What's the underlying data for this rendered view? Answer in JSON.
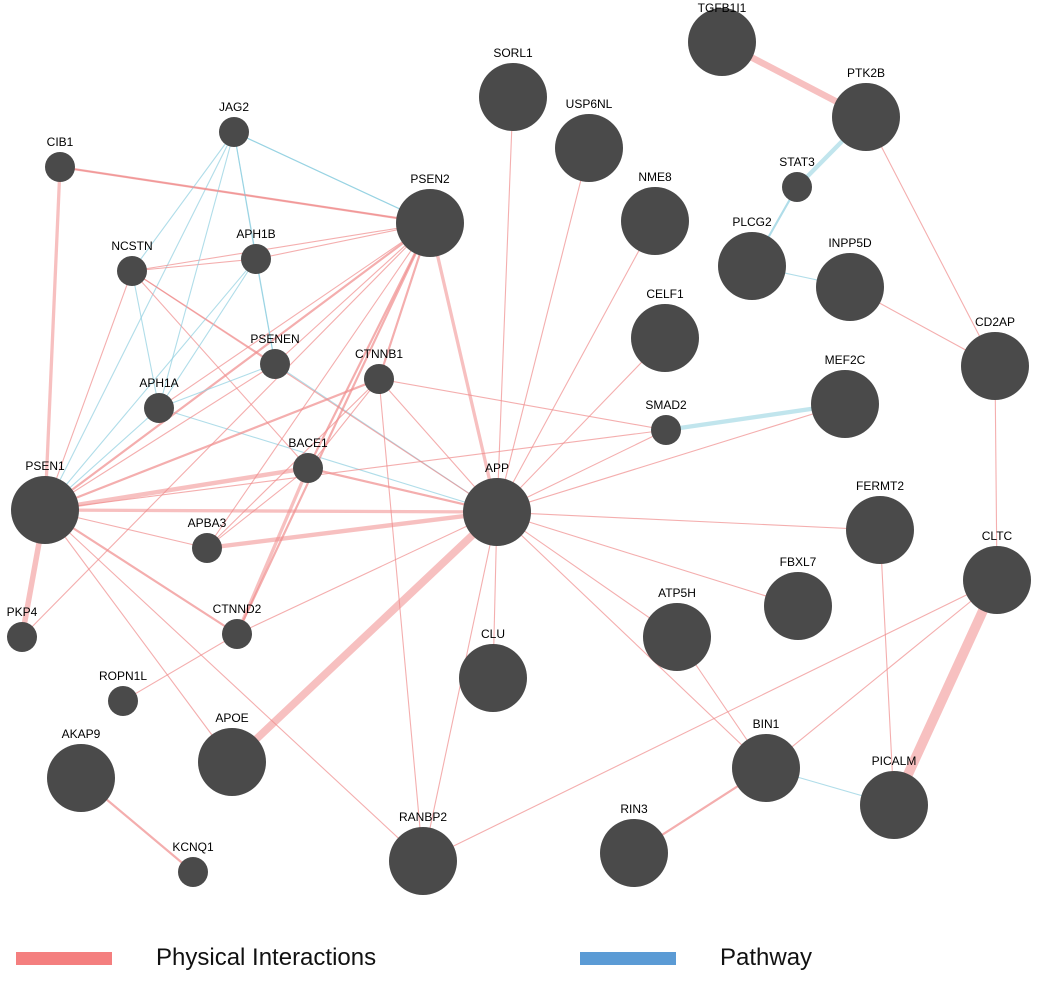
{
  "colors": {
    "physical": "#f08c8c",
    "pathway": "#8ecfdf",
    "legend_physical": "#f47f7f",
    "legend_pathway": "#5b9bd5",
    "node": "#4a4a4a"
  },
  "legend": {
    "physical_label": "Physical Interactions",
    "pathway_label": "Pathway"
  },
  "nodes": [
    {
      "id": "TGFB1I1",
      "label": "TGFB1I1",
      "size": "large"
    },
    {
      "id": "SORL1",
      "label": "SORL1",
      "size": "large"
    },
    {
      "id": "PTK2B",
      "label": "PTK2B",
      "size": "large"
    },
    {
      "id": "USP6NL",
      "label": "USP6NL",
      "size": "large"
    },
    {
      "id": "JAG2",
      "label": "JAG2",
      "size": "small"
    },
    {
      "id": "CIB1",
      "label": "CIB1",
      "size": "small"
    },
    {
      "id": "STAT3",
      "label": "STAT3",
      "size": "small"
    },
    {
      "id": "PSEN2",
      "label": "PSEN2",
      "size": "large"
    },
    {
      "id": "NME8",
      "label": "NME8",
      "size": "large"
    },
    {
      "id": "NCSTN",
      "label": "NCSTN",
      "size": "small"
    },
    {
      "id": "APH1B",
      "label": "APH1B",
      "size": "small"
    },
    {
      "id": "PLCG2",
      "label": "PLCG2",
      "size": "large"
    },
    {
      "id": "INPP5D",
      "label": "INPP5D",
      "size": "large"
    },
    {
      "id": "CELF1",
      "label": "CELF1",
      "size": "large"
    },
    {
      "id": "CD2AP",
      "label": "CD2AP",
      "size": "large"
    },
    {
      "id": "PSENEN",
      "label": "PSENEN",
      "size": "small"
    },
    {
      "id": "CTNNB1",
      "label": "CTNNB1",
      "size": "small"
    },
    {
      "id": "MEF2C",
      "label": "MEF2C",
      "size": "large"
    },
    {
      "id": "APH1A",
      "label": "APH1A",
      "size": "small"
    },
    {
      "id": "SMAD2",
      "label": "SMAD2",
      "size": "small"
    },
    {
      "id": "BACE1",
      "label": "BACE1",
      "size": "small"
    },
    {
      "id": "PSEN1",
      "label": "PSEN1",
      "size": "xlarge"
    },
    {
      "id": "APP",
      "label": "APP",
      "size": "xlarge"
    },
    {
      "id": "FERMT2",
      "label": "FERMT2",
      "size": "large"
    },
    {
      "id": "APBA3",
      "label": "APBA3",
      "size": "small"
    },
    {
      "id": "CLTC",
      "label": "CLTC",
      "size": "large"
    },
    {
      "id": "FBXL7",
      "label": "FBXL7",
      "size": "large"
    },
    {
      "id": "PKP4",
      "label": "PKP4",
      "size": "small"
    },
    {
      "id": "CTNND2",
      "label": "CTNND2",
      "size": "small"
    },
    {
      "id": "ATP5H",
      "label": "ATP5H",
      "size": "large"
    },
    {
      "id": "CLU",
      "label": "CLU",
      "size": "large"
    },
    {
      "id": "ROPN1L",
      "label": "ROPN1L",
      "size": "tiny"
    },
    {
      "id": "AKAP9",
      "label": "AKAP9",
      "size": "large"
    },
    {
      "id": "APOE",
      "label": "APOE",
      "size": "large"
    },
    {
      "id": "BIN1",
      "label": "BIN1",
      "size": "large"
    },
    {
      "id": "PICALM",
      "label": "PICALM",
      "size": "large"
    },
    {
      "id": "RIN3",
      "label": "RIN3",
      "size": "large"
    },
    {
      "id": "RANBP2",
      "label": "RANBP2",
      "size": "large"
    },
    {
      "id": "KCNQ1",
      "label": "KCNQ1",
      "size": "tiny"
    }
  ],
  "edges": [
    {
      "source": "TGFB1I1",
      "target": "PTK2B",
      "type": "physical",
      "weight": 6
    },
    {
      "source": "PTK2B",
      "target": "STAT3",
      "type": "pathway",
      "weight": 4
    },
    {
      "source": "PTK2B",
      "target": "CD2AP",
      "type": "physical",
      "weight": 1
    },
    {
      "source": "STAT3",
      "target": "PLCG2",
      "type": "pathway",
      "weight": 2
    },
    {
      "source": "PLCG2",
      "target": "INPP5D",
      "type": "pathway",
      "weight": 1
    },
    {
      "source": "INPP5D",
      "target": "CD2AP",
      "type": "physical",
      "weight": 1
    },
    {
      "source": "CD2AP",
      "target": "CLTC",
      "type": "physical",
      "weight": 1
    },
    {
      "source": "SMAD2",
      "target": "MEF2C",
      "type": "pathway",
      "weight": 4
    },
    {
      "source": "CLTC",
      "target": "PICALM",
      "type": "physical",
      "weight": 9
    },
    {
      "source": "CLTC",
      "target": "BIN1",
      "type": "physical",
      "weight": 1
    },
    {
      "source": "CLTC",
      "target": "RANBP2",
      "type": "physical",
      "weight": 1
    },
    {
      "source": "FERMT2",
      "target": "PICALM",
      "type": "physical",
      "weight": 1
    },
    {
      "source": "BIN1",
      "target": "PICALM",
      "type": "pathway",
      "weight": 1
    },
    {
      "source": "BIN1",
      "target": "RIN3",
      "type": "physical",
      "weight": 2
    },
    {
      "source": "AKAP9",
      "target": "KCNQ1",
      "type": "physical",
      "weight": 2
    },
    {
      "source": "APP",
      "target": "SORL1",
      "type": "physical",
      "weight": 1
    },
    {
      "source": "APP",
      "target": "USP6NL",
      "type": "physical",
      "weight": 1
    },
    {
      "source": "APP",
      "target": "NME8",
      "type": "physical",
      "weight": 1
    },
    {
      "source": "APP",
      "target": "CELF1",
      "type": "physical",
      "weight": 1
    },
    {
      "source": "APP",
      "target": "MEF2C",
      "type": "physical",
      "weight": 1
    },
    {
      "source": "APP",
      "target": "FERMT2",
      "type": "physical",
      "weight": 1
    },
    {
      "source": "APP",
      "target": "FBXL7",
      "type": "physical",
      "weight": 1
    },
    {
      "source": "APP",
      "target": "ATP5H",
      "type": "physical",
      "weight": 1
    },
    {
      "source": "APP",
      "target": "CLU",
      "type": "physical",
      "weight": 1
    },
    {
      "source": "APP",
      "target": "BIN1",
      "type": "physical",
      "weight": 1
    },
    {
      "source": "APP",
      "target": "RANBP2",
      "type": "physical",
      "weight": 1
    },
    {
      "source": "APP",
      "target": "APOE",
      "type": "physical",
      "weight": 7
    },
    {
      "source": "APP",
      "target": "APBA3",
      "type": "physical",
      "weight": 4
    },
    {
      "source": "APP",
      "target": "CTNND2",
      "type": "physical",
      "weight": 1
    },
    {
      "source": "APP",
      "target": "PSEN1",
      "type": "physical",
      "weight": 3
    },
    {
      "source": "APP",
      "target": "PSEN2",
      "type": "physical",
      "weight": 3
    },
    {
      "source": "APP",
      "target": "BACE1",
      "type": "physical",
      "weight": 2
    },
    {
      "source": "APP",
      "target": "CTNNB1",
      "type": "physical",
      "weight": 1
    },
    {
      "source": "APP",
      "target": "SMAD2",
      "type": "physical",
      "weight": 1
    },
    {
      "source": "APP",
      "target": "APH1A",
      "type": "pathway",
      "weight": 1
    },
    {
      "source": "APP",
      "target": "PSENEN",
      "type": "pathway",
      "weight": 1
    },
    {
      "source": "APP",
      "target": "NCSTN",
      "type": "physical",
      "weight": 1
    },
    {
      "source": "PSEN1",
      "target": "CIB1",
      "type": "physical",
      "weight": 3
    },
    {
      "source": "PSEN1",
      "target": "PKP4",
      "type": "physical",
      "weight": 5
    },
    {
      "source": "PSEN1",
      "target": "PSEN2",
      "type": "physical",
      "weight": 2
    },
    {
      "source": "PSEN1",
      "target": "BACE1",
      "type": "physical",
      "weight": 4
    },
    {
      "source": "PSEN1",
      "target": "APBA3",
      "type": "physical",
      "weight": 1
    },
    {
      "source": "PSEN1",
      "target": "CTNND2",
      "type": "physical",
      "weight": 2
    },
    {
      "source": "PSEN1",
      "target": "CTNNB1",
      "type": "physical",
      "weight": 2
    },
    {
      "source": "PSEN1",
      "target": "APOE",
      "type": "physical",
      "weight": 1
    },
    {
      "source": "PSEN1",
      "target": "JAG2",
      "type": "pathway",
      "weight": 1
    },
    {
      "source": "PSEN1",
      "target": "APH1B",
      "type": "pathway",
      "weight": 1
    },
    {
      "source": "PSEN1",
      "target": "NCSTN",
      "type": "physical",
      "weight": 1
    },
    {
      "source": "PSEN1",
      "target": "PSENEN",
      "type": "physical",
      "weight": 1
    },
    {
      "source": "PSEN1",
      "target": "APH1A",
      "type": "pathway",
      "weight": 1
    },
    {
      "source": "PSEN1",
      "target": "SMAD2",
      "type": "physical",
      "weight": 1
    },
    {
      "source": "PSEN1",
      "target": "RANBP2",
      "type": "physical",
      "weight": 1
    },
    {
      "source": "PSEN2",
      "target": "CIB1",
      "type": "physical",
      "weight": 2
    },
    {
      "source": "PSEN2",
      "target": "JAG2",
      "type": "pathway",
      "weight": 1
    },
    {
      "source": "PSEN2",
      "target": "NCSTN",
      "type": "physical",
      "weight": 1
    },
    {
      "source": "PSEN2",
      "target": "APH1B",
      "type": "physical",
      "weight": 1
    },
    {
      "source": "PSEN2",
      "target": "PSENEN",
      "type": "physical",
      "weight": 1
    },
    {
      "source": "PSEN2",
      "target": "APH1A",
      "type": "physical",
      "weight": 1
    },
    {
      "source": "PSEN2",
      "target": "CTNNB1",
      "type": "physical",
      "weight": 2
    },
    {
      "source": "PSEN2",
      "target": "BACE1",
      "type": "physical",
      "weight": 2
    },
    {
      "source": "PSEN2",
      "target": "CTNND2",
      "type": "physical",
      "weight": 2
    },
    {
      "source": "PSEN2",
      "target": "APBA3",
      "type": "physical",
      "weight": 1
    },
    {
      "source": "NCSTN",
      "target": "JAG2",
      "type": "pathway",
      "weight": 1
    },
    {
      "source": "NCSTN",
      "target": "APH1B",
      "type": "physical",
      "weight": 1
    },
    {
      "source": "NCSTN",
      "target": "APH1A",
      "type": "pathway",
      "weight": 1
    },
    {
      "source": "NCSTN",
      "target": "PSENEN",
      "type": "physical",
      "weight": 1
    },
    {
      "source": "NCSTN",
      "target": "BACE1",
      "type": "physical",
      "weight": 1
    },
    {
      "source": "APH1B",
      "target": "JAG2",
      "type": "pathway",
      "weight": 1
    },
    {
      "source": "APH1B",
      "target": "PSENEN",
      "type": "pathway",
      "weight": 1
    },
    {
      "source": "APH1B",
      "target": "APH1A",
      "type": "pathway",
      "weight": 1
    },
    {
      "source": "APH1A",
      "target": "JAG2",
      "type": "pathway",
      "weight": 1
    },
    {
      "source": "APH1A",
      "target": "PSENEN",
      "type": "pathway",
      "weight": 1
    },
    {
      "source": "PSENEN",
      "target": "JAG2",
      "type": "pathway",
      "weight": 1
    },
    {
      "source": "JAG2",
      "target": "PSEN2",
      "type": "pathway",
      "weight": 1
    },
    {
      "source": "CIB1",
      "target": "PSEN2",
      "type": "physical",
      "weight": 1
    },
    {
      "source": "CTNNB1",
      "target": "RANBP2",
      "type": "physical",
      "weight": 1
    },
    {
      "source": "CTNNB1",
      "target": "APBA3",
      "type": "physical",
      "weight": 1
    },
    {
      "source": "CTNNB1",
      "target": "SMAD2",
      "type": "physical",
      "weight": 1
    },
    {
      "source": "CTNNB1",
      "target": "BACE1",
      "type": "physical",
      "weight": 1
    },
    {
      "source": "BACE1",
      "target": "CTNND2",
      "type": "physical",
      "weight": 3
    },
    {
      "source": "BACE1",
      "target": "APBA3",
      "type": "physical",
      "weight": 1
    },
    {
      "source": "CTNND2",
      "target": "ROPN1L",
      "type": "physical",
      "weight": 1
    },
    {
      "source": "PKP4",
      "target": "PSEN2",
      "type": "physical",
      "weight": 1
    },
    {
      "source": "ATP5H",
      "target": "BIN1",
      "type": "physical",
      "weight": 1
    }
  ]
}
